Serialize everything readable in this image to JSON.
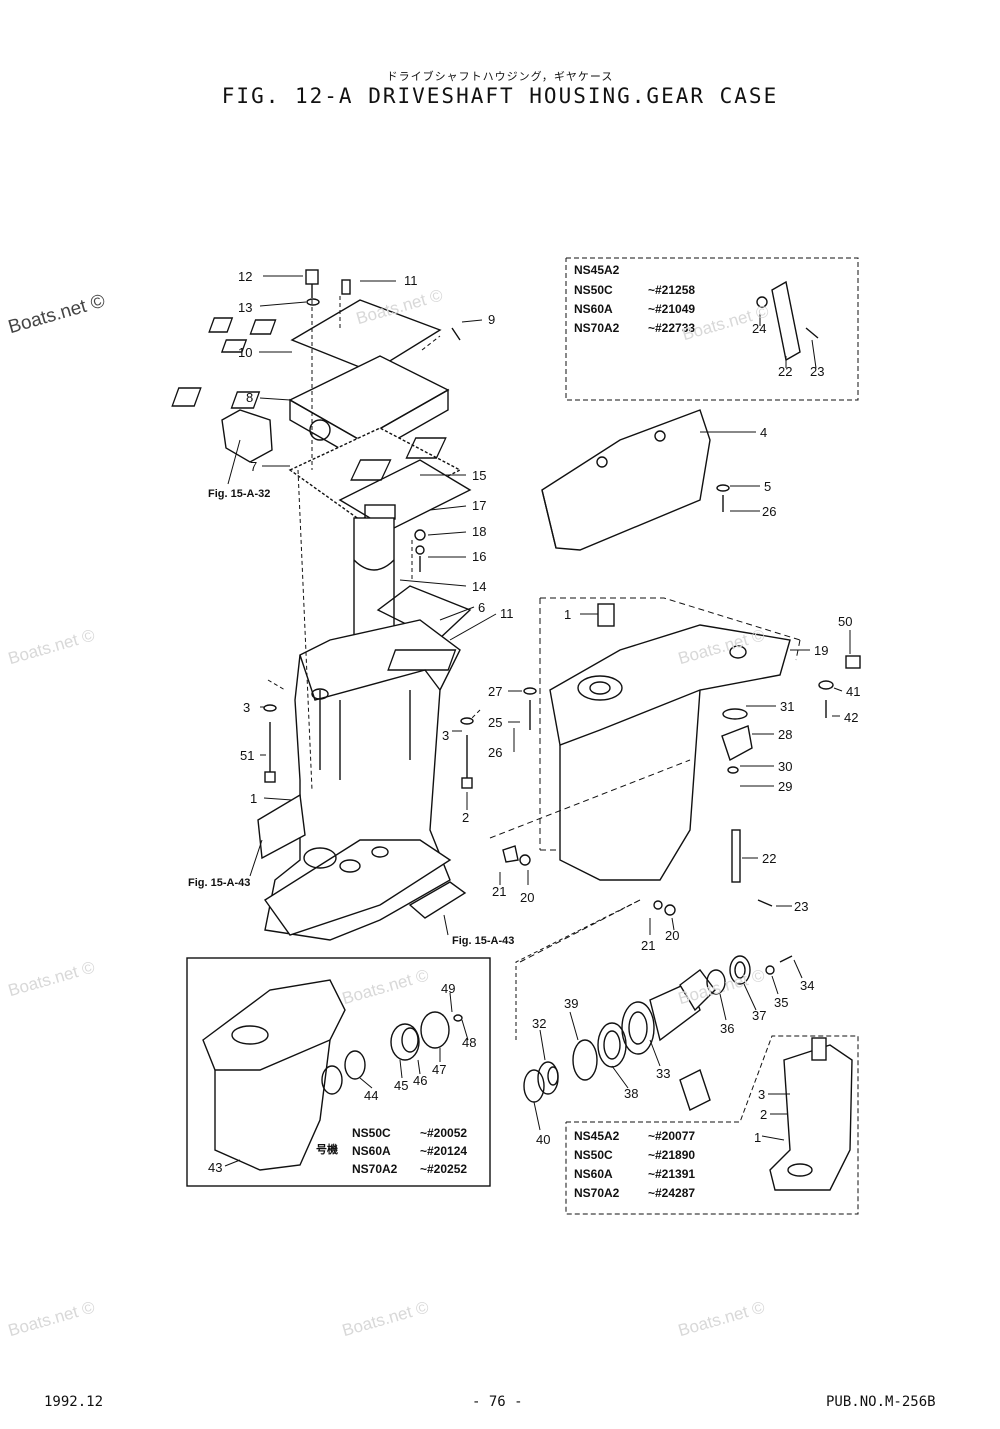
{
  "title_jp": "ドライブシャフトハウジング，ギヤケース",
  "title": "FIG. 12-A DRIVESHAFT HOUSING.GEAR CASE",
  "footer": {
    "date": "1992.12",
    "page": "- 76 -",
    "pub": "PUB.NO.M-256B"
  },
  "watermark": "Boats.net ©",
  "figure_refs": {
    "a32": "Fig. 15-A-32",
    "a43_left": "Fig. 15-A-43",
    "a43_bottom": "Fig. 15-A-43"
  },
  "boxes": {
    "top_right": {
      "rows": [
        {
          "model": "NS45A2",
          "serial": ""
        },
        {
          "model": "NS50C",
          "serial": "~#21258"
        },
        {
          "model": "NS60A",
          "serial": "~#21049"
        },
        {
          "model": "NS70A2",
          "serial": "~#22733"
        }
      ]
    },
    "bottom_left": {
      "label": "号機",
      "rows": [
        {
          "model": "NS50C",
          "serial": "~#20052"
        },
        {
          "model": "NS60A",
          "serial": "~#20124"
        },
        {
          "model": "NS70A2",
          "serial": "~#20252"
        }
      ]
    },
    "bottom_right": {
      "rows": [
        {
          "model": "NS45A2",
          "serial": "~#20077"
        },
        {
          "model": "NS50C",
          "serial": "~#21890"
        },
        {
          "model": "NS60A",
          "serial": "~#21391"
        },
        {
          "model": "NS70A2",
          "serial": "~#24287"
        }
      ]
    }
  },
  "callouts": [
    "12",
    "13",
    "11",
    "9",
    "10",
    "8",
    "7",
    "15",
    "17",
    "18",
    "16",
    "14",
    "6",
    "11",
    "3",
    "51",
    "1",
    "3",
    "2",
    "24",
    "22",
    "23",
    "4",
    "5",
    "26",
    "1",
    "50",
    "19",
    "41",
    "42",
    "27",
    "25",
    "26",
    "31",
    "28",
    "30",
    "29",
    "22",
    "23",
    "21",
    "20",
    "21",
    "20",
    "49",
    "48",
    "47",
    "46",
    "45",
    "44",
    "43",
    "39",
    "32",
    "38",
    "33",
    "36",
    "37",
    "35",
    "34",
    "40",
    "3",
    "2",
    "1"
  ]
}
